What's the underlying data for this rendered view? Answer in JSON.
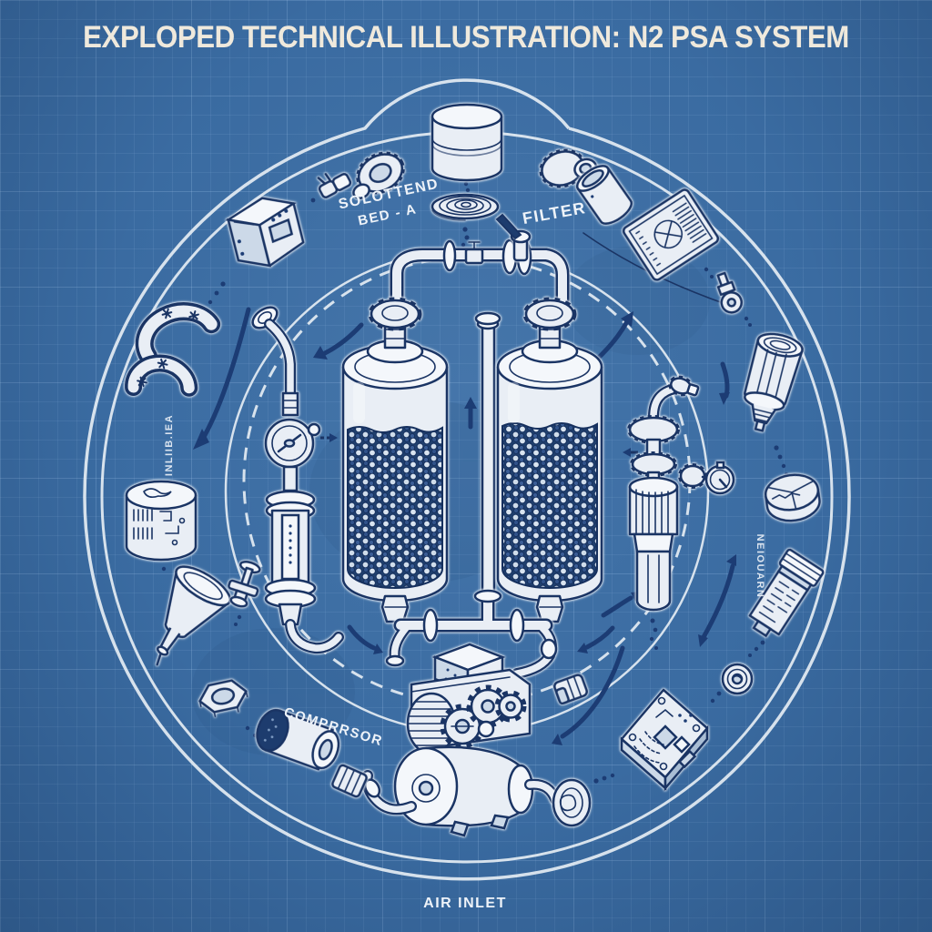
{
  "title": "EXPLOPED TECHNICAL ILLUSTRATION: N2 PSA SYSTEM",
  "labels": {
    "bed_a_line1": "SOLOTTEND",
    "bed_a_line2": "BED - A",
    "filter": "FILTER",
    "compressor": "COMPRRSOR",
    "air_inlet": "AIR INLET",
    "left_vertical": "INLIIB.IEA",
    "right_vertical": "NEIOUARN"
  },
  "colors": {
    "background": "#3a6ba1",
    "grid_line": "#6f9cc9",
    "line_art": "#1a3464",
    "part_fill": "#e9eef5",
    "arrow": "#1c3c74",
    "ring_white": "#edf2f7",
    "title_text": "#efe9dc",
    "bead_field": "#20406e"
  },
  "components": [
    "top-canister",
    "coil-fitting",
    "sorbent-bed-a-vessel",
    "sorbent-bed-b-vessel",
    "center-standpipe",
    "top-manifold",
    "lever-valve",
    "bottom-manifold",
    "air-compressor",
    "pulley-wheel",
    "muffler",
    "hex-nut",
    "funnel",
    "pin-valve",
    "pcb-canister",
    "pipe-clamps",
    "control-box",
    "capsule-fitting",
    "knurled-cap-left",
    "knurled-cap-right",
    "sleeve-bushing",
    "vent-panel",
    "pin-disc-fitting",
    "cartridge-bottle",
    "segmented-puck",
    "filter-cartridge",
    "washer",
    "circuit-board",
    "sight-glass-assembly",
    "filter-housing-assembly",
    "pressure-gauge"
  ]
}
